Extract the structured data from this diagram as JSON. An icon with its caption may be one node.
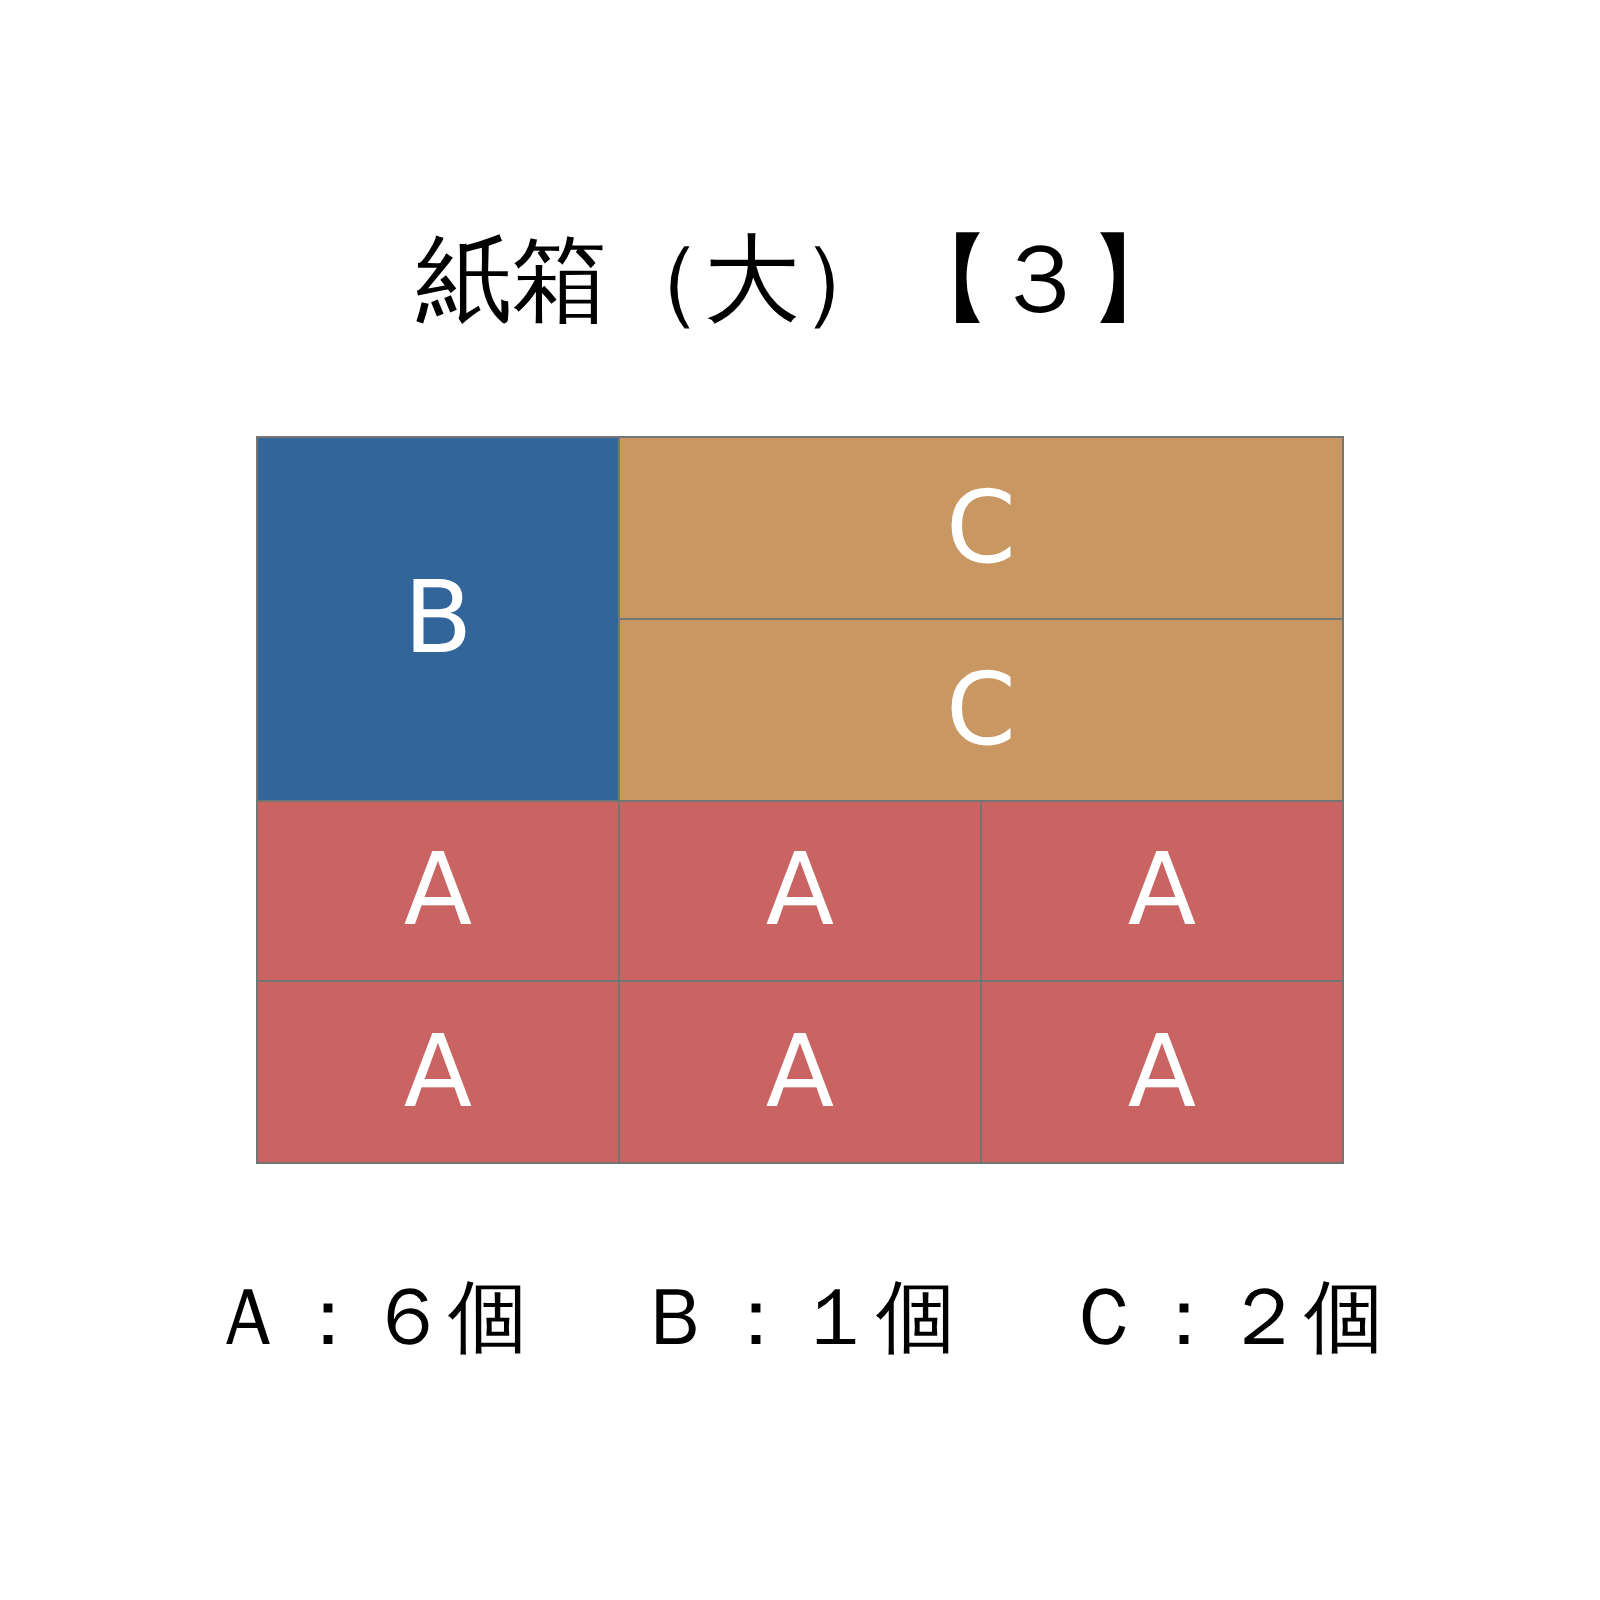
{
  "diagram": {
    "title": "紙箱（大）【３】",
    "nodes": [
      {
        "text": [
          "B"
        ]
      },
      {
        "text": [
          "C"
        ]
      },
      {
        "text": [
          "C"
        ]
      },
      {
        "text": [
          "A"
        ]
      },
      {
        "text": [
          "A"
        ]
      },
      {
        "text": [
          "A"
        ]
      },
      {
        "text": [
          "A"
        ]
      },
      {
        "text": [
          "A"
        ]
      },
      {
        "text": [
          "A"
        ]
      }
    ],
    "labels": [
      "Ａ：６個",
      "Ｂ：１個",
      "Ｃ：２個"
    ]
  }
}
